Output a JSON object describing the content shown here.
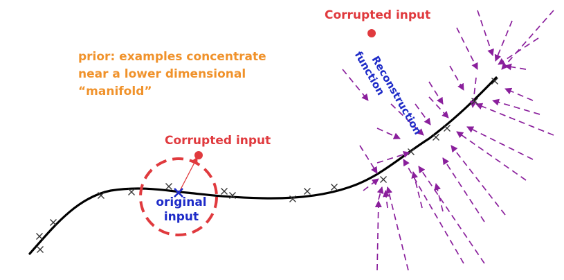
{
  "labels": {
    "prior_line1": "prior: examples concentrate",
    "prior_line2": "near a lower dimensional",
    "prior_line3": "“manifold”",
    "corrupted_top": "Corrupted input",
    "corrupted_mid": "Corrupted input",
    "original_line1": "original",
    "original_line2": "input",
    "reconstruction_line1": "Reconstruction",
    "reconstruction_line2": "function"
  },
  "colors": {
    "manifold": "#000000",
    "corrupted": "#e03a3e",
    "original": "#1e2bc8",
    "arrows": "#8a1f9c",
    "prior_text": "#f0922b",
    "samples": "#333333"
  }
}
